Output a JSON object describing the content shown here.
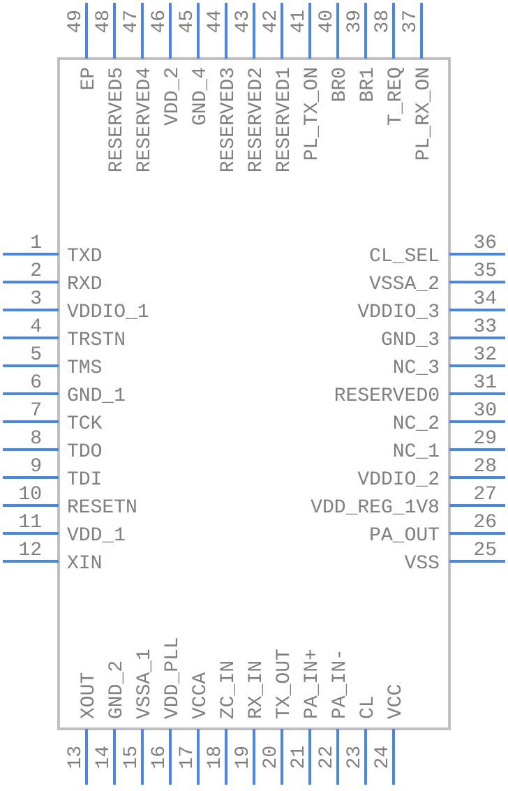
{
  "colors": {
    "pin": "#4a86e8",
    "text": "#7f7f7f",
    "body_outline": "#bfbfbf",
    "background": "#ffffff"
  },
  "left_pins": [
    {
      "num": "1",
      "label": "TXD"
    },
    {
      "num": "2",
      "label": "RXD"
    },
    {
      "num": "3",
      "label": "VDDIO_1"
    },
    {
      "num": "4",
      "label": "TRSTN"
    },
    {
      "num": "5",
      "label": "TMS"
    },
    {
      "num": "6",
      "label": "GND_1"
    },
    {
      "num": "7",
      "label": "TCK"
    },
    {
      "num": "8",
      "label": "TDO"
    },
    {
      "num": "9",
      "label": "TDI"
    },
    {
      "num": "10",
      "label": "RESETN"
    },
    {
      "num": "11",
      "label": "VDD_1"
    },
    {
      "num": "12",
      "label": "XIN"
    }
  ],
  "bottom_pins": [
    {
      "num": "13",
      "label": "XOUT"
    },
    {
      "num": "14",
      "label": "GND_2"
    },
    {
      "num": "15",
      "label": "VSSA_1"
    },
    {
      "num": "16",
      "label": "VDD_PLL"
    },
    {
      "num": "17",
      "label": "VCCA"
    },
    {
      "num": "18",
      "label": "ZC_IN"
    },
    {
      "num": "19",
      "label": "RX_IN"
    },
    {
      "num": "20",
      "label": "TX_OUT"
    },
    {
      "num": "21",
      "label": "PA_IN+"
    },
    {
      "num": "22",
      "label": "PA_IN-"
    },
    {
      "num": "23",
      "label": "CL"
    },
    {
      "num": "24",
      "label": "VCC"
    }
  ],
  "right_pins": [
    {
      "num": "25",
      "label": "VSS"
    },
    {
      "num": "26",
      "label": "PA_OUT"
    },
    {
      "num": "27",
      "label": "VDD_REG_1V8"
    },
    {
      "num": "28",
      "label": "VDDIO_2"
    },
    {
      "num": "29",
      "label": "NC_1"
    },
    {
      "num": "30",
      "label": "NC_2"
    },
    {
      "num": "31",
      "label": "RESERVED0"
    },
    {
      "num": "32",
      "label": "NC_3"
    },
    {
      "num": "33",
      "label": "GND_3"
    },
    {
      "num": "34",
      "label": "VDDIO_3"
    },
    {
      "num": "35",
      "label": "VSSA_2"
    },
    {
      "num": "36",
      "label": "CL_SEL"
    }
  ],
  "top_pins": [
    {
      "num": "37",
      "label": "PL_RX_ON"
    },
    {
      "num": "38",
      "label": "T_REQ"
    },
    {
      "num": "39",
      "label": "BR1"
    },
    {
      "num": "40",
      "label": "BR0"
    },
    {
      "num": "41",
      "label": "PL_TX_ON"
    },
    {
      "num": "42",
      "label": "RESERVED1"
    },
    {
      "num": "43",
      "label": "RESERVED2"
    },
    {
      "num": "44",
      "label": "RESERVED3"
    },
    {
      "num": "45",
      "label": "GND_4"
    },
    {
      "num": "46",
      "label": "VDD_2"
    },
    {
      "num": "47",
      "label": "RESERVED4"
    },
    {
      "num": "48",
      "label": "RESERVED5"
    },
    {
      "num": "49",
      "label": "EP"
    }
  ]
}
